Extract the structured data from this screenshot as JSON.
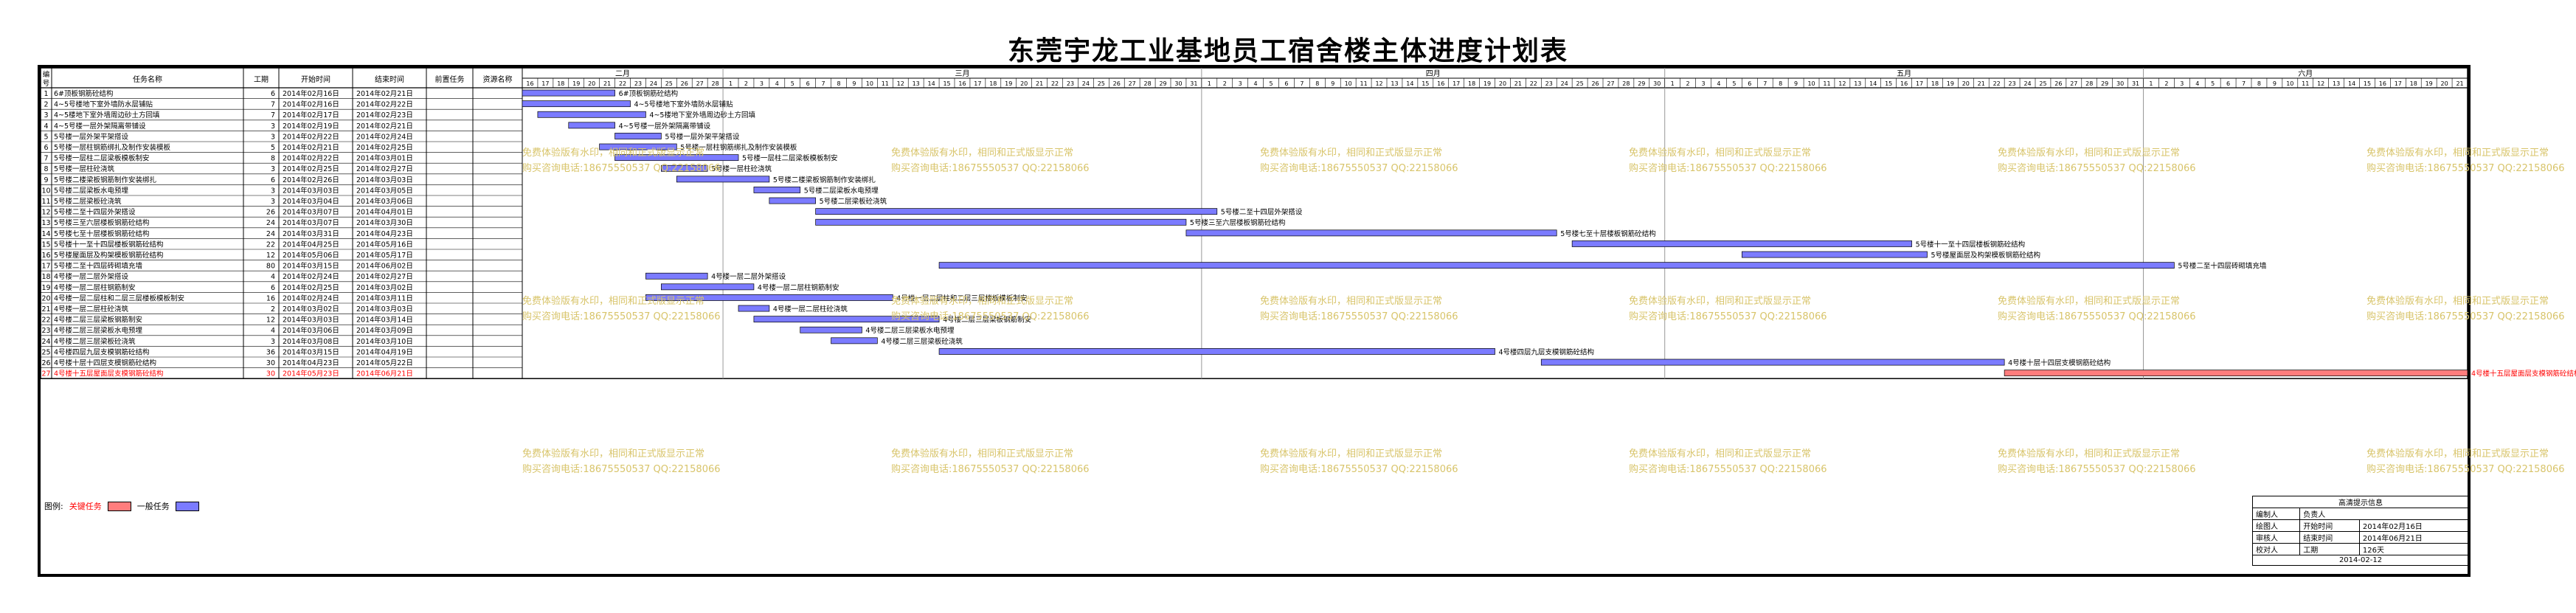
{
  "title": "东莞宇龙工业基地员工宿舍楼主体进度计划表",
  "table_headers": [
    "编号",
    "任务名称",
    "工期",
    "开始时间",
    "结束时间",
    "前置任务",
    "资源名称"
  ],
  "legend": {
    "label": "图例:",
    "critical": "关键任务",
    "normal": "一般任务"
  },
  "colors": {
    "normal_bar": "#7b7bff",
    "critical_bar": "#ff7d7d",
    "critical_text": "#ff0000",
    "watermark": "#d8c46a"
  },
  "watermark": {
    "line1": "免费体验版有水印，相同和正式版显示正常",
    "line2": "购买咨询电话:18675550537 QQ:22158066"
  },
  "info_box": {
    "header": "高清提示信息",
    "rows": [
      [
        "编制人",
        "负责人"
      ],
      [
        "绘图人",
        "开始时间",
        "2014年02月16日"
      ],
      [
        "审核人",
        "结束时间",
        "2014年06月21日"
      ],
      [
        "校对人",
        "工期",
        "126天"
      ]
    ],
    "date": "2014-02-12"
  },
  "chart_data": {
    "type": "gantt",
    "timeline_start": "2014-02-16",
    "timeline_end": "2014-06-21",
    "months": [
      "二月",
      "三月",
      "四月",
      "五月",
      "六月"
    ],
    "tasks": [
      {
        "id": 1,
        "name": "6#顶板钢筋砼结构",
        "duration": 6,
        "start": "2014年02月16日",
        "end": "2014年02月21日",
        "critical": false
      },
      {
        "id": 2,
        "name": "4~5号楼地下室外墙防水层铺贴",
        "duration": 7,
        "start": "2014年02月16日",
        "end": "2014年02月22日",
        "critical": false
      },
      {
        "id": 3,
        "name": "4~5楼地下室外墙周边砂土方回填",
        "duration": 7,
        "start": "2014年02月17日",
        "end": "2014年02月23日",
        "critical": false
      },
      {
        "id": 4,
        "name": "4~5号楼一层外架隔离带铺设",
        "duration": 3,
        "start": "2014年02月19日",
        "end": "2014年02月21日",
        "critical": false
      },
      {
        "id": 5,
        "name": "5号楼一层外架平架搭设",
        "duration": 3,
        "start": "2014年02月22日",
        "end": "2014年02月24日",
        "critical": false
      },
      {
        "id": 6,
        "name": "5号楼一层柱钢筋绑扎及制作安装模板",
        "duration": 5,
        "start": "2014年02月21日",
        "end": "2014年02月25日",
        "critical": false
      },
      {
        "id": 7,
        "name": "5号楼一层柱二层梁板模板制安",
        "duration": 8,
        "start": "2014年02月22日",
        "end": "2014年03月01日",
        "critical": false
      },
      {
        "id": 8,
        "name": "5号楼一层柱砼浇筑",
        "duration": 3,
        "start": "2014年02月25日",
        "end": "2014年02月27日",
        "critical": false
      },
      {
        "id": 9,
        "name": "5号楼二楼梁板钢筋制作安装绑扎",
        "duration": 6,
        "start": "2014年02月26日",
        "end": "2014年03月03日",
        "critical": false
      },
      {
        "id": 10,
        "name": "5号楼二层梁板水电预埋",
        "duration": 3,
        "start": "2014年03月03日",
        "end": "2014年03月05日",
        "critical": false
      },
      {
        "id": 11,
        "name": "5号楼二层梁板砼浇筑",
        "duration": 3,
        "start": "2014年03月04日",
        "end": "2014年03月06日",
        "critical": false
      },
      {
        "id": 12,
        "name": "5号楼二至十四层外架搭设",
        "duration": 26,
        "start": "2014年03月07日",
        "end": "2014年04月01日",
        "critical": false
      },
      {
        "id": 13,
        "name": "5号楼三至六层楼板钢筋砼结构",
        "duration": 24,
        "start": "2014年03月07日",
        "end": "2014年03月30日",
        "critical": false
      },
      {
        "id": 14,
        "name": "5号楼七至十层楼板钢筋砼结构",
        "duration": 24,
        "start": "2014年03月31日",
        "end": "2014年04月23日",
        "critical": false
      },
      {
        "id": 15,
        "name": "5号楼十一至十四层楼板钢筋砼结构",
        "duration": 22,
        "start": "2014年04月25日",
        "end": "2014年05月16日",
        "critical": false
      },
      {
        "id": 16,
        "name": "5号楼屋面层及构架模板钢筋砼结构",
        "duration": 12,
        "start": "2014年05月06日",
        "end": "2014年05月17日",
        "critical": false
      },
      {
        "id": 17,
        "name": "5号楼二至十四层砖砌填充墙",
        "duration": 80,
        "start": "2014年03月15日",
        "end": "2014年06月02日",
        "critical": false
      },
      {
        "id": 18,
        "name": "4号楼一层二层外架搭设",
        "duration": 4,
        "start": "2014年02月24日",
        "end": "2014年02月27日",
        "critical": false
      },
      {
        "id": 19,
        "name": "4号楼一层二层柱钢筋制安",
        "duration": 6,
        "start": "2014年02月25日",
        "end": "2014年03月02日",
        "critical": false
      },
      {
        "id": 20,
        "name": "4号楼一层二层柱和二层三层楼板模板制安",
        "duration": 16,
        "start": "2014年02月24日",
        "end": "2014年03月11日",
        "critical": false
      },
      {
        "id": 21,
        "name": "4号楼一层二层柱砼浇筑",
        "duration": 2,
        "start": "2014年03月02日",
        "end": "2014年03月03日",
        "critical": false
      },
      {
        "id": 22,
        "name": "4号楼二层三层梁板钢筋制安",
        "duration": 12,
        "start": "2014年03月03日",
        "end": "2014年03月14日",
        "critical": false
      },
      {
        "id": 23,
        "name": "4号楼二层三层梁板水电预埋",
        "duration": 4,
        "start": "2014年03月06日",
        "end": "2014年03月09日",
        "critical": false
      },
      {
        "id": 24,
        "name": "4号楼二层三层梁板砼浇筑",
        "duration": 3,
        "start": "2014年03月08日",
        "end": "2014年03月10日",
        "critical": false
      },
      {
        "id": 25,
        "name": "4号楼四层九层支模钢筋砼结构",
        "duration": 36,
        "start": "2014年03月15日",
        "end": "2014年04月19日",
        "critical": false
      },
      {
        "id": 26,
        "name": "4号楼十层十四层支模钢筋砼结构",
        "duration": 30,
        "start": "2014年04月23日",
        "end": "2014年05月22日",
        "critical": false
      },
      {
        "id": 27,
        "name": "4号楼十五层屋面层支模钢筋砼结构",
        "duration": 30,
        "start": "2014年05月23日",
        "end": "2014年06月21日",
        "critical": true
      }
    ]
  }
}
